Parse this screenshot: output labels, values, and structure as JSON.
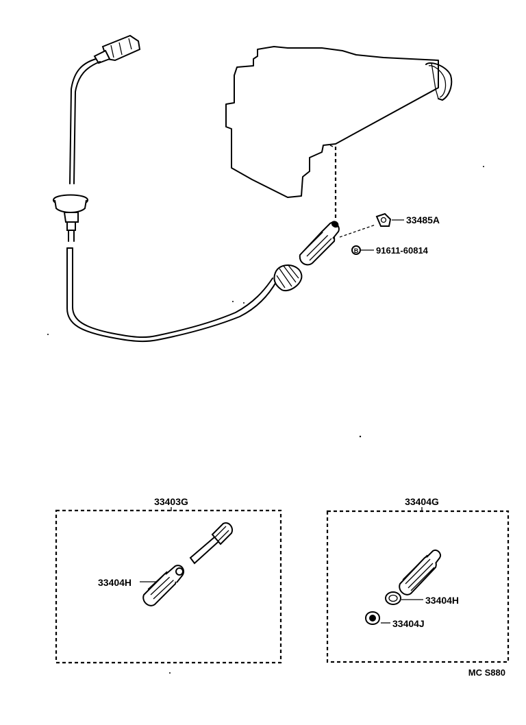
{
  "labels": {
    "sensor_plug": "33485A",
    "bolt": "91611-60814",
    "kit_left": "33403G",
    "kit_right": "33404G",
    "left_sleeve": "33404H",
    "right_oring": "33404H",
    "right_seal": "33404J",
    "diagram_code": "MC S880"
  },
  "symbols": {
    "bolt_marker": "B"
  },
  "colors": {
    "ink": "#000000",
    "paper": "#ffffff"
  }
}
